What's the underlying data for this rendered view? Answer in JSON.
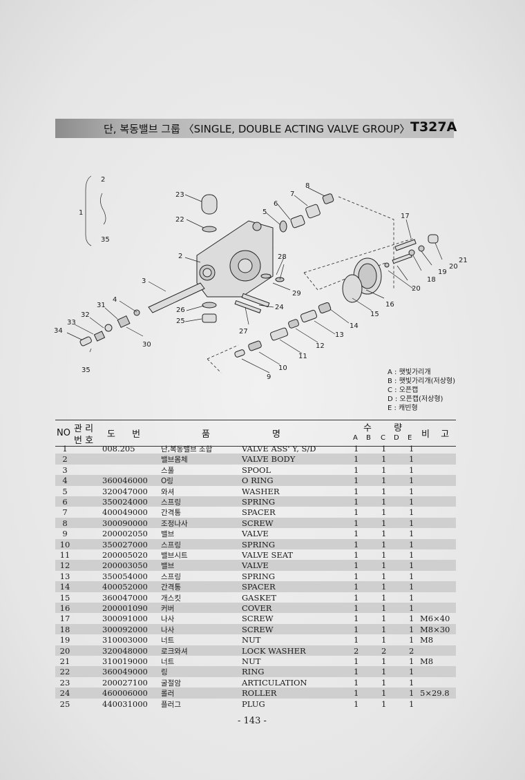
{
  "header": {
    "title": "단, 복동밸브 그룹 〈SINGLE, DOUBLE ACTING VALVE GROUP〉",
    "code": "T327A"
  },
  "diagram": {
    "labels": [
      "1",
      "2",
      "35",
      "23",
      "22",
      "8",
      "7",
      "6",
      "5",
      "17",
      "21",
      "20",
      "19",
      "18",
      "20",
      "2",
      "28",
      "29",
      "3",
      "4",
      "31",
      "32",
      "33",
      "34",
      "35",
      "30",
      "26",
      "25",
      "24",
      "27",
      "16",
      "15",
      "14",
      "13",
      "12",
      "11",
      "10",
      "9"
    ]
  },
  "legend": [
    "A : 햇빛가리개",
    "B : 햇빛가리개(저상형)",
    "C : 오픈캡",
    "D : 오픈캡(저상형)",
    "E : 캐빈형"
  ],
  "table": {
    "headers": {
      "no": "NO",
      "mgmt_top": "관 리",
      "mgmt_bottom": "번 호",
      "drawing": "도 번",
      "name_left": "품",
      "name_right": "명",
      "qty": "수 량",
      "qty_cols": [
        "A",
        "B",
        "C",
        "D",
        "E"
      ],
      "remarks": "비 고"
    },
    "rows": [
      {
        "no": "1",
        "drawing": "008.205",
        "kr": "단,복동밸브 조합",
        "en": "VALVE ASS' Y, S/D",
        "a": "1",
        "c": "1",
        "e": "1",
        "remark": ""
      },
      {
        "no": "2",
        "drawing": "",
        "kr": "밸브몸체",
        "en": "VALVE BODY",
        "a": "1",
        "c": "1",
        "e": "1",
        "remark": ""
      },
      {
        "no": "3",
        "drawing": "",
        "kr": "스풀",
        "en": "SPOOL",
        "a": "1",
        "c": "1",
        "e": "1",
        "remark": ""
      },
      {
        "no": "4",
        "drawing": "360046000",
        "kr": "O링",
        "en": "O RING",
        "a": "1",
        "c": "1",
        "e": "1",
        "remark": ""
      },
      {
        "no": "5",
        "drawing": "320047000",
        "kr": "와셔",
        "en": "WASHER",
        "a": "1",
        "c": "1",
        "e": "1",
        "remark": ""
      },
      {
        "no": "6",
        "drawing": "350024000",
        "kr": "스프링",
        "en": "SPRING",
        "a": "1",
        "c": "1",
        "e": "1",
        "remark": ""
      },
      {
        "no": "7",
        "drawing": "400049000",
        "kr": "간격통",
        "en": "SPACER",
        "a": "1",
        "c": "1",
        "e": "1",
        "remark": ""
      },
      {
        "no": "8",
        "drawing": "300090000",
        "kr": "조정나사",
        "en": "SCREW",
        "a": "1",
        "c": "1",
        "e": "1",
        "remark": ""
      },
      {
        "no": "9",
        "drawing": "200002050",
        "kr": "밸브",
        "en": "VALVE",
        "a": "1",
        "c": "1",
        "e": "1",
        "remark": ""
      },
      {
        "no": "10",
        "drawing": "350027000",
        "kr": "스프링",
        "en": "SPRING",
        "a": "1",
        "c": "1",
        "e": "1",
        "remark": ""
      },
      {
        "no": "11",
        "drawing": "200005020",
        "kr": "밸브시트",
        "en": "VALVE SEAT",
        "a": "1",
        "c": "1",
        "e": "1",
        "remark": ""
      },
      {
        "no": "12",
        "drawing": "200003050",
        "kr": "밸브",
        "en": "VALVE",
        "a": "1",
        "c": "1",
        "e": "1",
        "remark": ""
      },
      {
        "no": "13",
        "drawing": "350054000",
        "kr": "스프링",
        "en": "SPRING",
        "a": "1",
        "c": "1",
        "e": "1",
        "remark": ""
      },
      {
        "no": "14",
        "drawing": "400052000",
        "kr": "간격통",
        "en": "SPACER",
        "a": "1",
        "c": "1",
        "e": "1",
        "remark": ""
      },
      {
        "no": "15",
        "drawing": "360047000",
        "kr": "개스킷",
        "en": "GASKET",
        "a": "1",
        "c": "1",
        "e": "1",
        "remark": ""
      },
      {
        "no": "16",
        "drawing": "200001090",
        "kr": "커버",
        "en": "COVER",
        "a": "1",
        "c": "1",
        "e": "1",
        "remark": ""
      },
      {
        "no": "17",
        "drawing": "300091000",
        "kr": "나사",
        "en": "SCREW",
        "a": "1",
        "c": "1",
        "e": "1",
        "remark": "M6×40"
      },
      {
        "no": "18",
        "drawing": "300092000",
        "kr": "나사",
        "en": "SCREW",
        "a": "1",
        "c": "1",
        "e": "1",
        "remark": "M8×30"
      },
      {
        "no": "19",
        "drawing": "310003000",
        "kr": "너트",
        "en": "NUT",
        "a": "1",
        "c": "1",
        "e": "1",
        "remark": "M8"
      },
      {
        "no": "20",
        "drawing": "320048000",
        "kr": "로크와셔",
        "en": "LOCK WASHER",
        "a": "2",
        "c": "2",
        "e": "2",
        "remark": ""
      },
      {
        "no": "21",
        "drawing": "310019000",
        "kr": "너트",
        "en": "NUT",
        "a": "1",
        "c": "1",
        "e": "1",
        "remark": "M8"
      },
      {
        "no": "22",
        "drawing": "360049000",
        "kr": "링",
        "en": "RING",
        "a": "1",
        "c": "1",
        "e": "1",
        "remark": ""
      },
      {
        "no": "23",
        "drawing": "200027100",
        "kr": "굴절암",
        "en": "ARTICULATION",
        "a": "1",
        "c": "1",
        "e": "1",
        "remark": ""
      },
      {
        "no": "24",
        "drawing": "460006000",
        "kr": "롤러",
        "en": "ROLLER",
        "a": "1",
        "c": "1",
        "e": "1",
        "remark": "5×29.8"
      },
      {
        "no": "25",
        "drawing": "440031000",
        "kr": "플러그",
        "en": "PLUG",
        "a": "1",
        "c": "1",
        "e": "1",
        "remark": ""
      }
    ]
  },
  "footer": {
    "page": "- 143 -"
  }
}
